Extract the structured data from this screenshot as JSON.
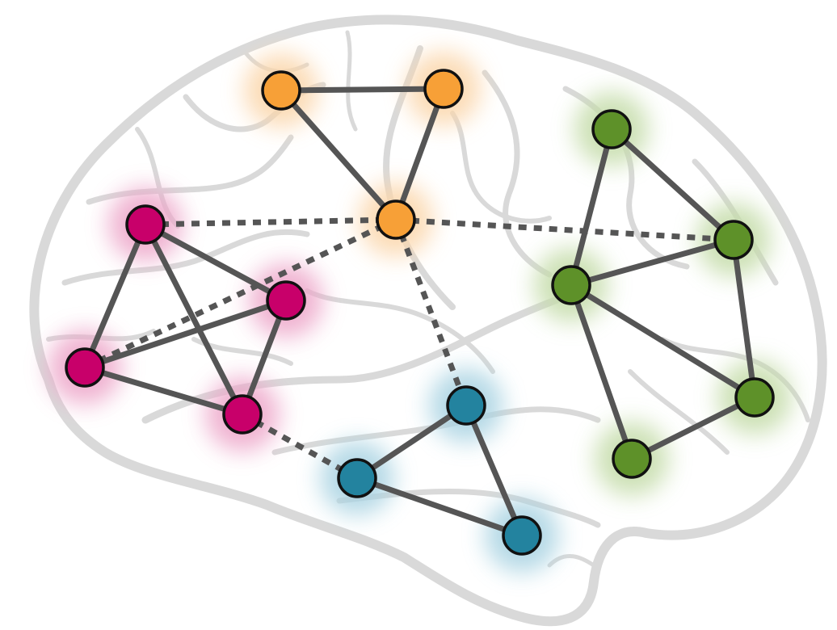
{
  "diagram": {
    "type": "brain-network",
    "modules": [
      {
        "id": "orange",
        "color": "#F7A037",
        "halo": "#FBD6AA",
        "nodes": [
          "o1",
          "o2",
          "o3"
        ]
      },
      {
        "id": "magenta",
        "color": "#C8006A",
        "halo": "#EDA6C9",
        "nodes": [
          "m1",
          "m2",
          "m3",
          "m4"
        ]
      },
      {
        "id": "blue",
        "color": "#23839F",
        "halo": "#A9D3E2",
        "nodes": [
          "b1",
          "b2",
          "b3"
        ]
      },
      {
        "id": "green",
        "color": "#5E9129",
        "halo": "#C4DCA9",
        "nodes": [
          "g1",
          "g2",
          "g3",
          "g4",
          "g5"
        ]
      }
    ],
    "intra_edges": [
      [
        "o1",
        "o2"
      ],
      [
        "o1",
        "o3"
      ],
      [
        "o2",
        "o3"
      ],
      [
        "m1",
        "m2"
      ],
      [
        "m1",
        "m3"
      ],
      [
        "m1",
        "m4"
      ],
      [
        "m2",
        "m3"
      ],
      [
        "m2",
        "m4"
      ],
      [
        "m3",
        "m4"
      ],
      [
        "b1",
        "b2"
      ],
      [
        "b1",
        "b3"
      ],
      [
        "b2",
        "b3"
      ],
      [
        "g1",
        "g2"
      ],
      [
        "g1",
        "g3"
      ],
      [
        "g2",
        "g3"
      ],
      [
        "g2",
        "g5"
      ],
      [
        "g3",
        "g4"
      ],
      [
        "g3",
        "g5"
      ],
      [
        "g4",
        "g5"
      ]
    ],
    "inter_edges": [
      [
        "m1",
        "o3"
      ],
      [
        "m3",
        "o3"
      ],
      [
        "o3",
        "g2"
      ],
      [
        "o3",
        "b1"
      ],
      [
        "m4",
        "b2"
      ]
    ]
  }
}
